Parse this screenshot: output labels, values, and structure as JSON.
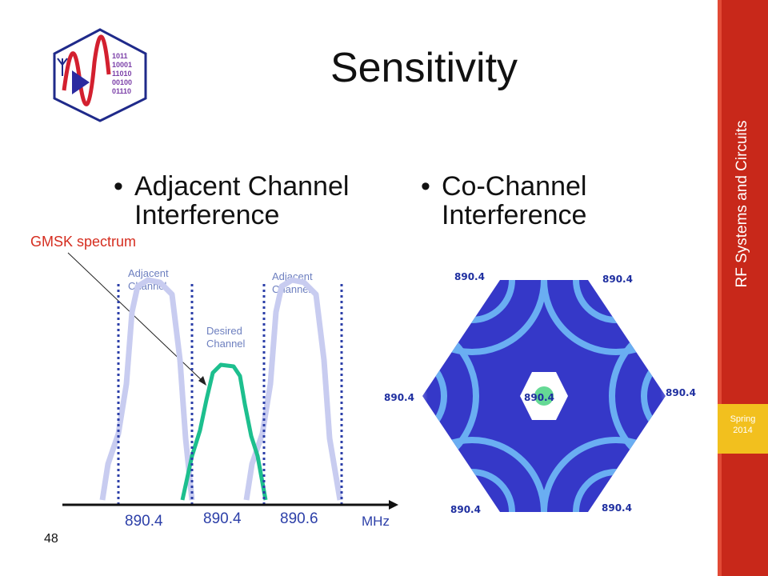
{
  "slide": {
    "title": "Sensitivity",
    "bullets": {
      "left_line1": "Adjacent Channel",
      "left_line2": "Interference",
      "right_line1": "Co-Channel",
      "right_line2": "Interference",
      "marker": "•"
    },
    "sidebar": {
      "course": "RF Systems and Circuits",
      "season_line1": "Spring",
      "season_line2": "2014"
    },
    "page_number": "48",
    "logo_bits": [
      "1011",
      "10001",
      "11010",
      "00100",
      "01110"
    ]
  },
  "diagram": {
    "spectrum": {
      "annotation": "GMSK spectrum",
      "adjacent_left": [
        "Adjacent",
        "Channel"
      ],
      "adjacent_right": [
        "Adjacent",
        "Channel"
      ],
      "desired": [
        "Desired",
        "Channel"
      ],
      "tick_labels": [
        "890.4",
        "890.4",
        "890.6"
      ],
      "axis_unit": "MHz"
    },
    "cochannel": {
      "center_label": "890.4",
      "cell_labels": [
        "890.4",
        "890.4",
        "890.4",
        "890.4",
        "890.4",
        "890.4"
      ]
    },
    "colors": {
      "desired": "#1dbf8e",
      "adjacent": "#c8ccf0",
      "divider": "#2c3fa8",
      "cell_fill": "#3538c8",
      "sidebar": "#c8281a",
      "badge": "#f2c01e",
      "annotation": "#d52d1f"
    }
  }
}
